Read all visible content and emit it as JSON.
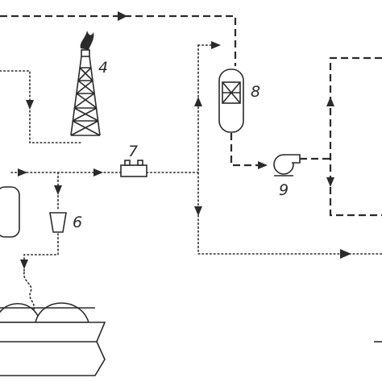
{
  "labels": {
    "flare": "4",
    "small_vessel": "6",
    "heater": "7",
    "column": "8",
    "pump": "9"
  },
  "colors": {
    "line": "#2a2a2a",
    "background": "#ffffff"
  }
}
